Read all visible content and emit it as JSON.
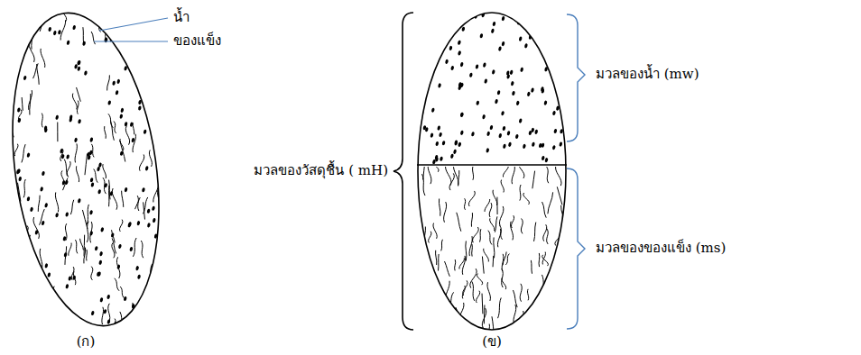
{
  "diagram": {
    "labels": [
      "น้ำ",
      "ของแข็ง",
      "มวลของวัสดุชื้น ( mH)",
      "มวลของน้ำ (mw)",
      "มวลของของแข็ง (ms)",
      "(ก)",
      "(ข)"
    ]
  }
}
